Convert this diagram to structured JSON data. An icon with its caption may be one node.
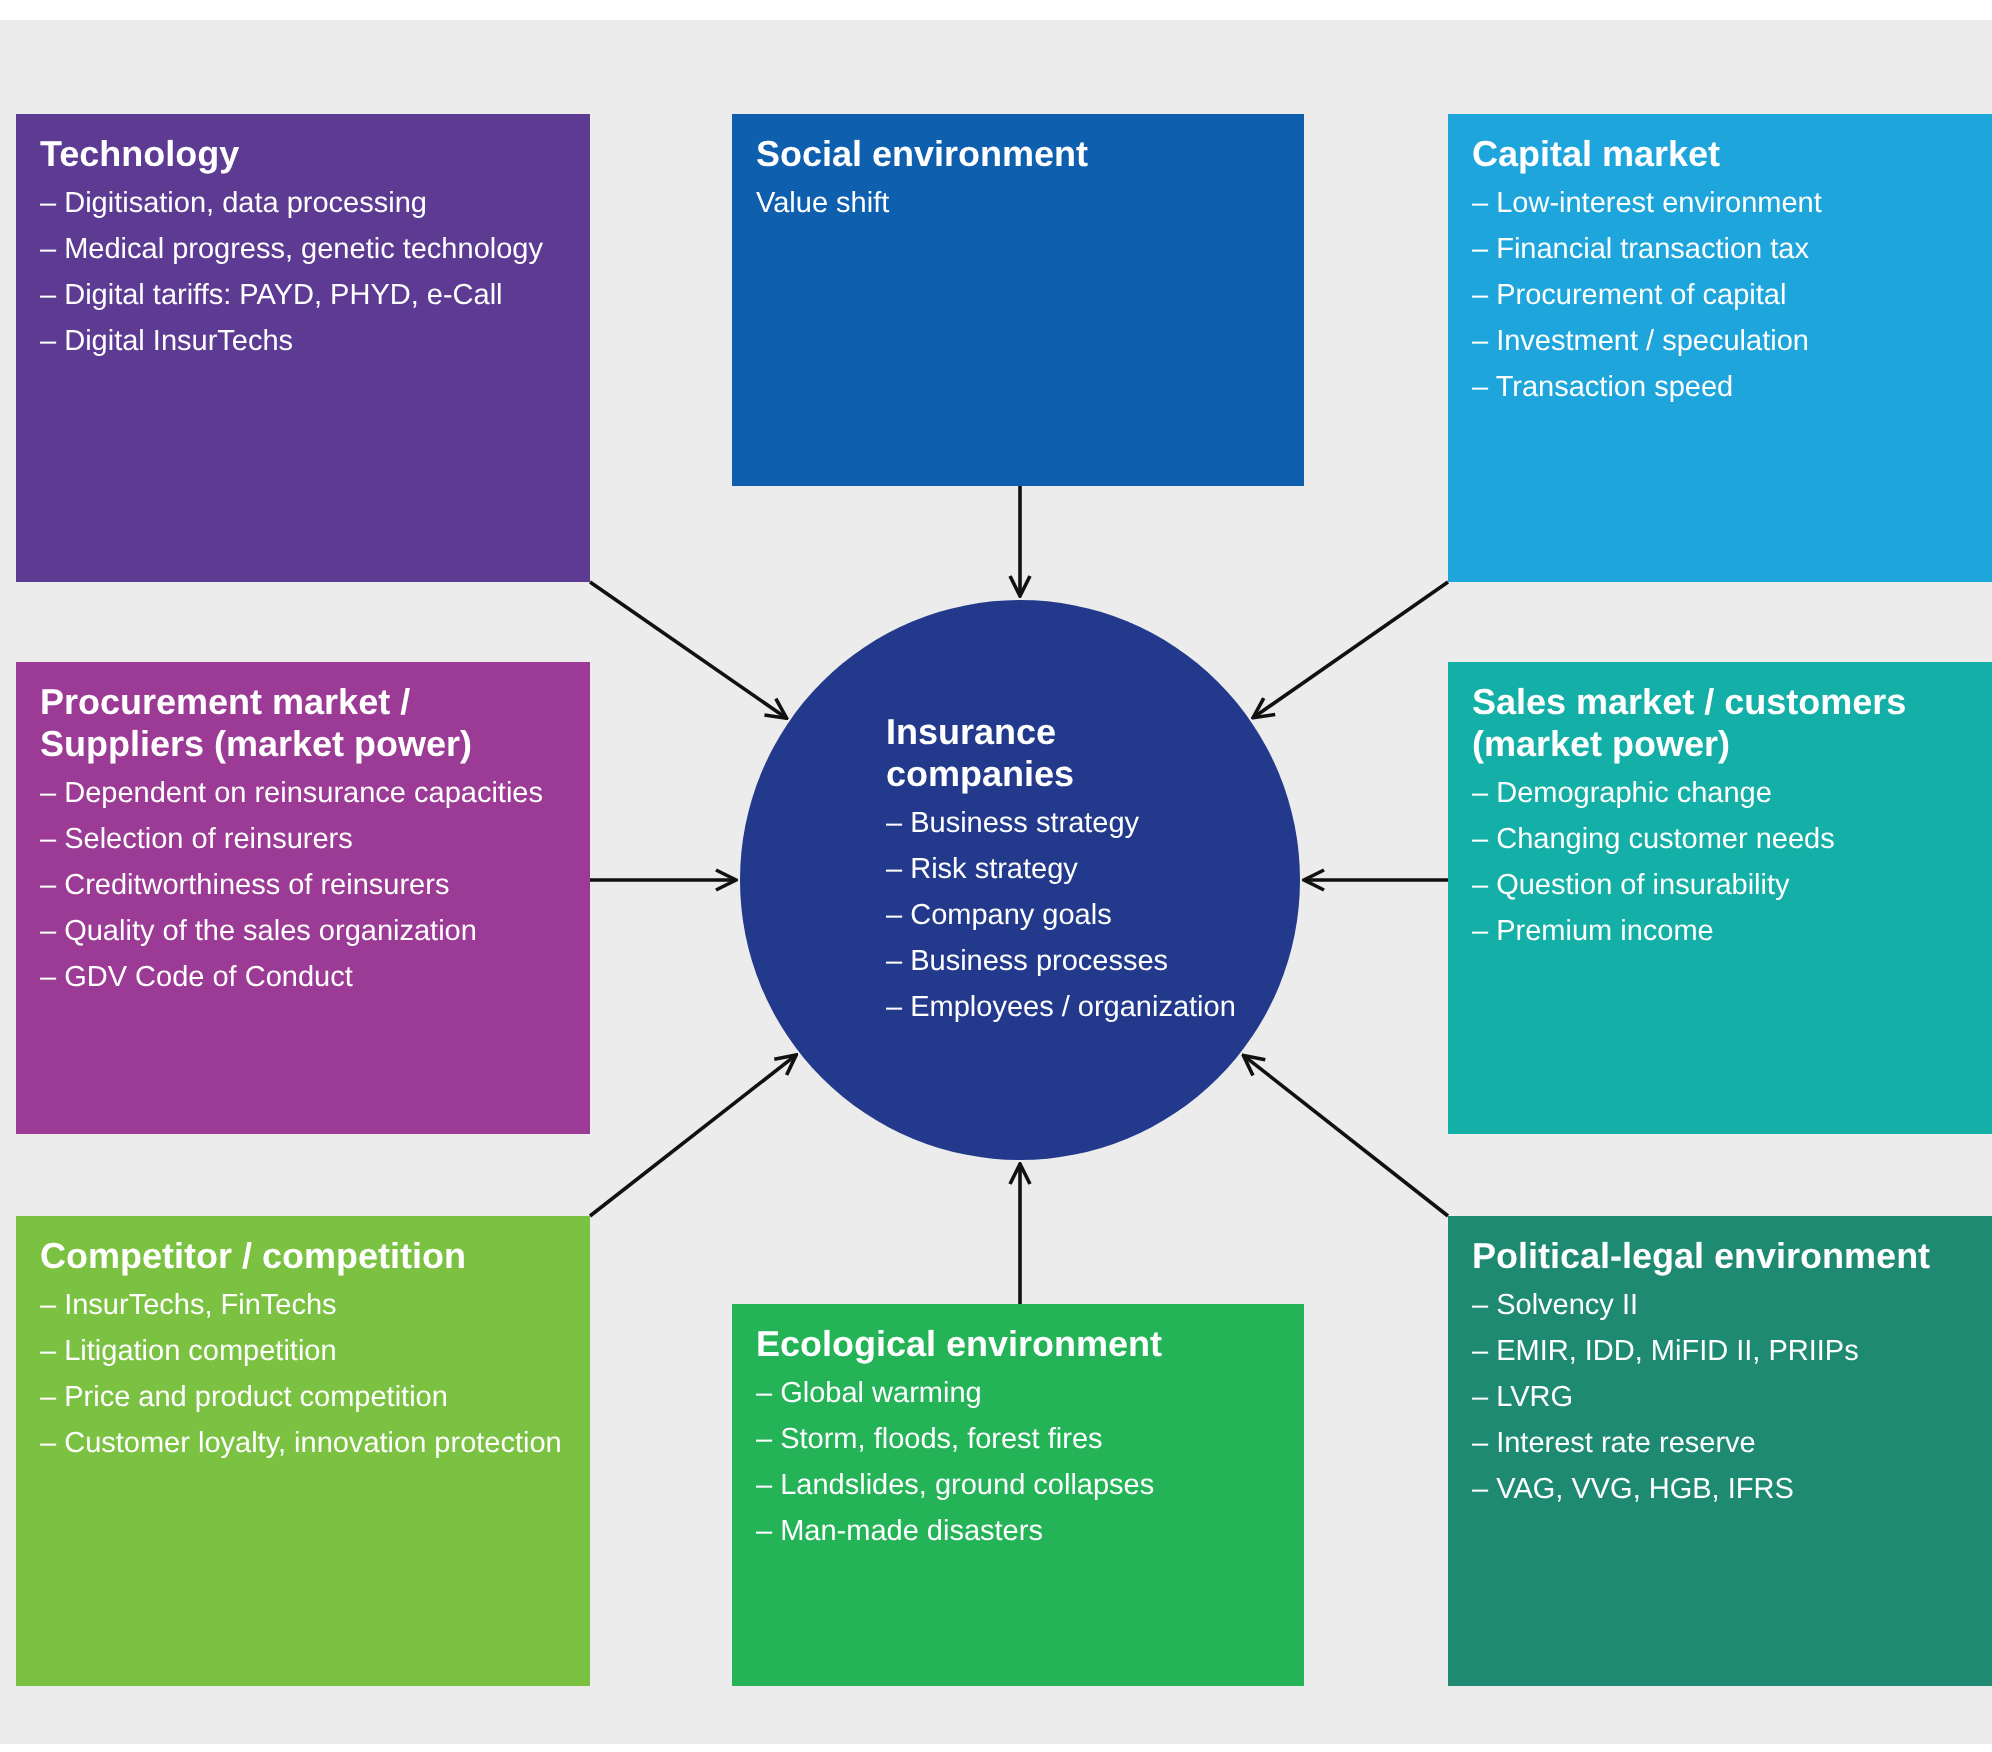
{
  "diagram": {
    "nodes": [
      {
        "text": [
          "Technology",
          "– Digitisation, data processing",
          "– Medical progress, genetic technology",
          "– Digital tariffs: PAYD, PHYD, e-Call",
          "– Digital InsurTechs"
        ]
      },
      {
        "text": [
          "Social environment",
          "Value shift"
        ]
      },
      {
        "text": [
          "Capital market",
          "– Low-interest environment",
          "– Financial transaction tax",
          "– Procurement of capital",
          "– Investment / speculation",
          "– Transaction speed"
        ]
      },
      {
        "text": [
          "Procurement market / Suppliers (market power)",
          "– Dependent on reinsurance capacities",
          "– Selection of reinsurers",
          "– Creditworthiness of reinsurers",
          "– Quality of the sales organization",
          "– GDV Code of Conduct"
        ]
      },
      {
        "text": [
          "Insurance companies",
          "– Business strategy",
          "– Risk strategy",
          "– Company goals",
          "– Business processes",
          "– Employees / organization"
        ]
      },
      {
        "text": [
          "Sales market / customers (market power)",
          "– Demographic change",
          "– Changing customer needs",
          "– Question of insurability",
          "– Premium income"
        ]
      },
      {
        "text": [
          "Competitor / competition",
          "– InsurTechs, FinTechs",
          "– Litigation competition",
          "– Price and product competition",
          "– Customer loyalty, innovation protection"
        ]
      },
      {
        "text": [
          "Ecological environment",
          "– Global warming",
          "– Storm, floods, forest fires",
          "– Landslides, ground collapses",
          "– Man-made disasters"
        ]
      },
      {
        "text": [
          "Political-legal environment",
          "– Solvency II",
          "– EMIR, IDD, MiFID II, PRIIPs",
          "– LVRG",
          "– Interest rate reserve",
          "– VAG, VVG, HGB, IFRS"
        ]
      }
    ],
    "edges": [
      {
        "from": 0,
        "to": 4,
        "arrow": "to"
      },
      {
        "from": 1,
        "to": 4,
        "arrow": "to"
      },
      {
        "from": 2,
        "to": 4,
        "arrow": "to"
      },
      {
        "from": 3,
        "to": 4,
        "arrow": "to"
      },
      {
        "from": 5,
        "to": 4,
        "arrow": "to"
      },
      {
        "from": 6,
        "to": 4,
        "arrow": "to"
      },
      {
        "from": 7,
        "to": 4,
        "arrow": "to"
      },
      {
        "from": 8,
        "to": 4,
        "arrow": "to"
      }
    ]
  }
}
